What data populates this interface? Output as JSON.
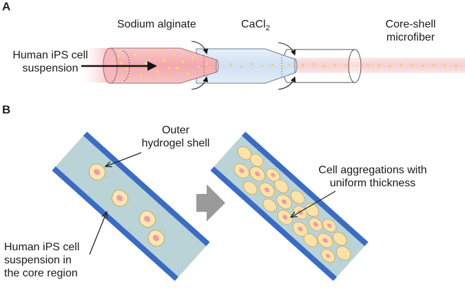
{
  "panels": {
    "a": "A",
    "b": "B"
  },
  "panel_a": {
    "labels": {
      "sodium_alginate": "Sodium alginate",
      "cacl2_main": "CaCl",
      "cacl2_sub": "2",
      "core_shell_line1": "Core-shell",
      "core_shell_line2": "microfiber",
      "ips_line1": "Human iPS cell",
      "ips_line2": "suspension"
    }
  },
  "panel_b": {
    "labels": {
      "outer_line1": "Outer",
      "outer_line2": "hydrogel shell",
      "aggregation_line1": "Cell aggregations with",
      "aggregation_line2": "uniform thickness",
      "core_line1": "Human iPS cell",
      "core_line2": "suspension in",
      "core_line3": "the core region"
    }
  },
  "colors": {
    "shell_blue": "#3b6cc4",
    "core_gel": "#b9d3d6",
    "cell_fill": "#fbe7b0",
    "nucleus": "#ee9aaa",
    "tube_pink": "#f5b9bd",
    "tube_blue": "#d6e6f5",
    "bead": "#f7d98a",
    "process_arrow": "#9a9a9a"
  }
}
